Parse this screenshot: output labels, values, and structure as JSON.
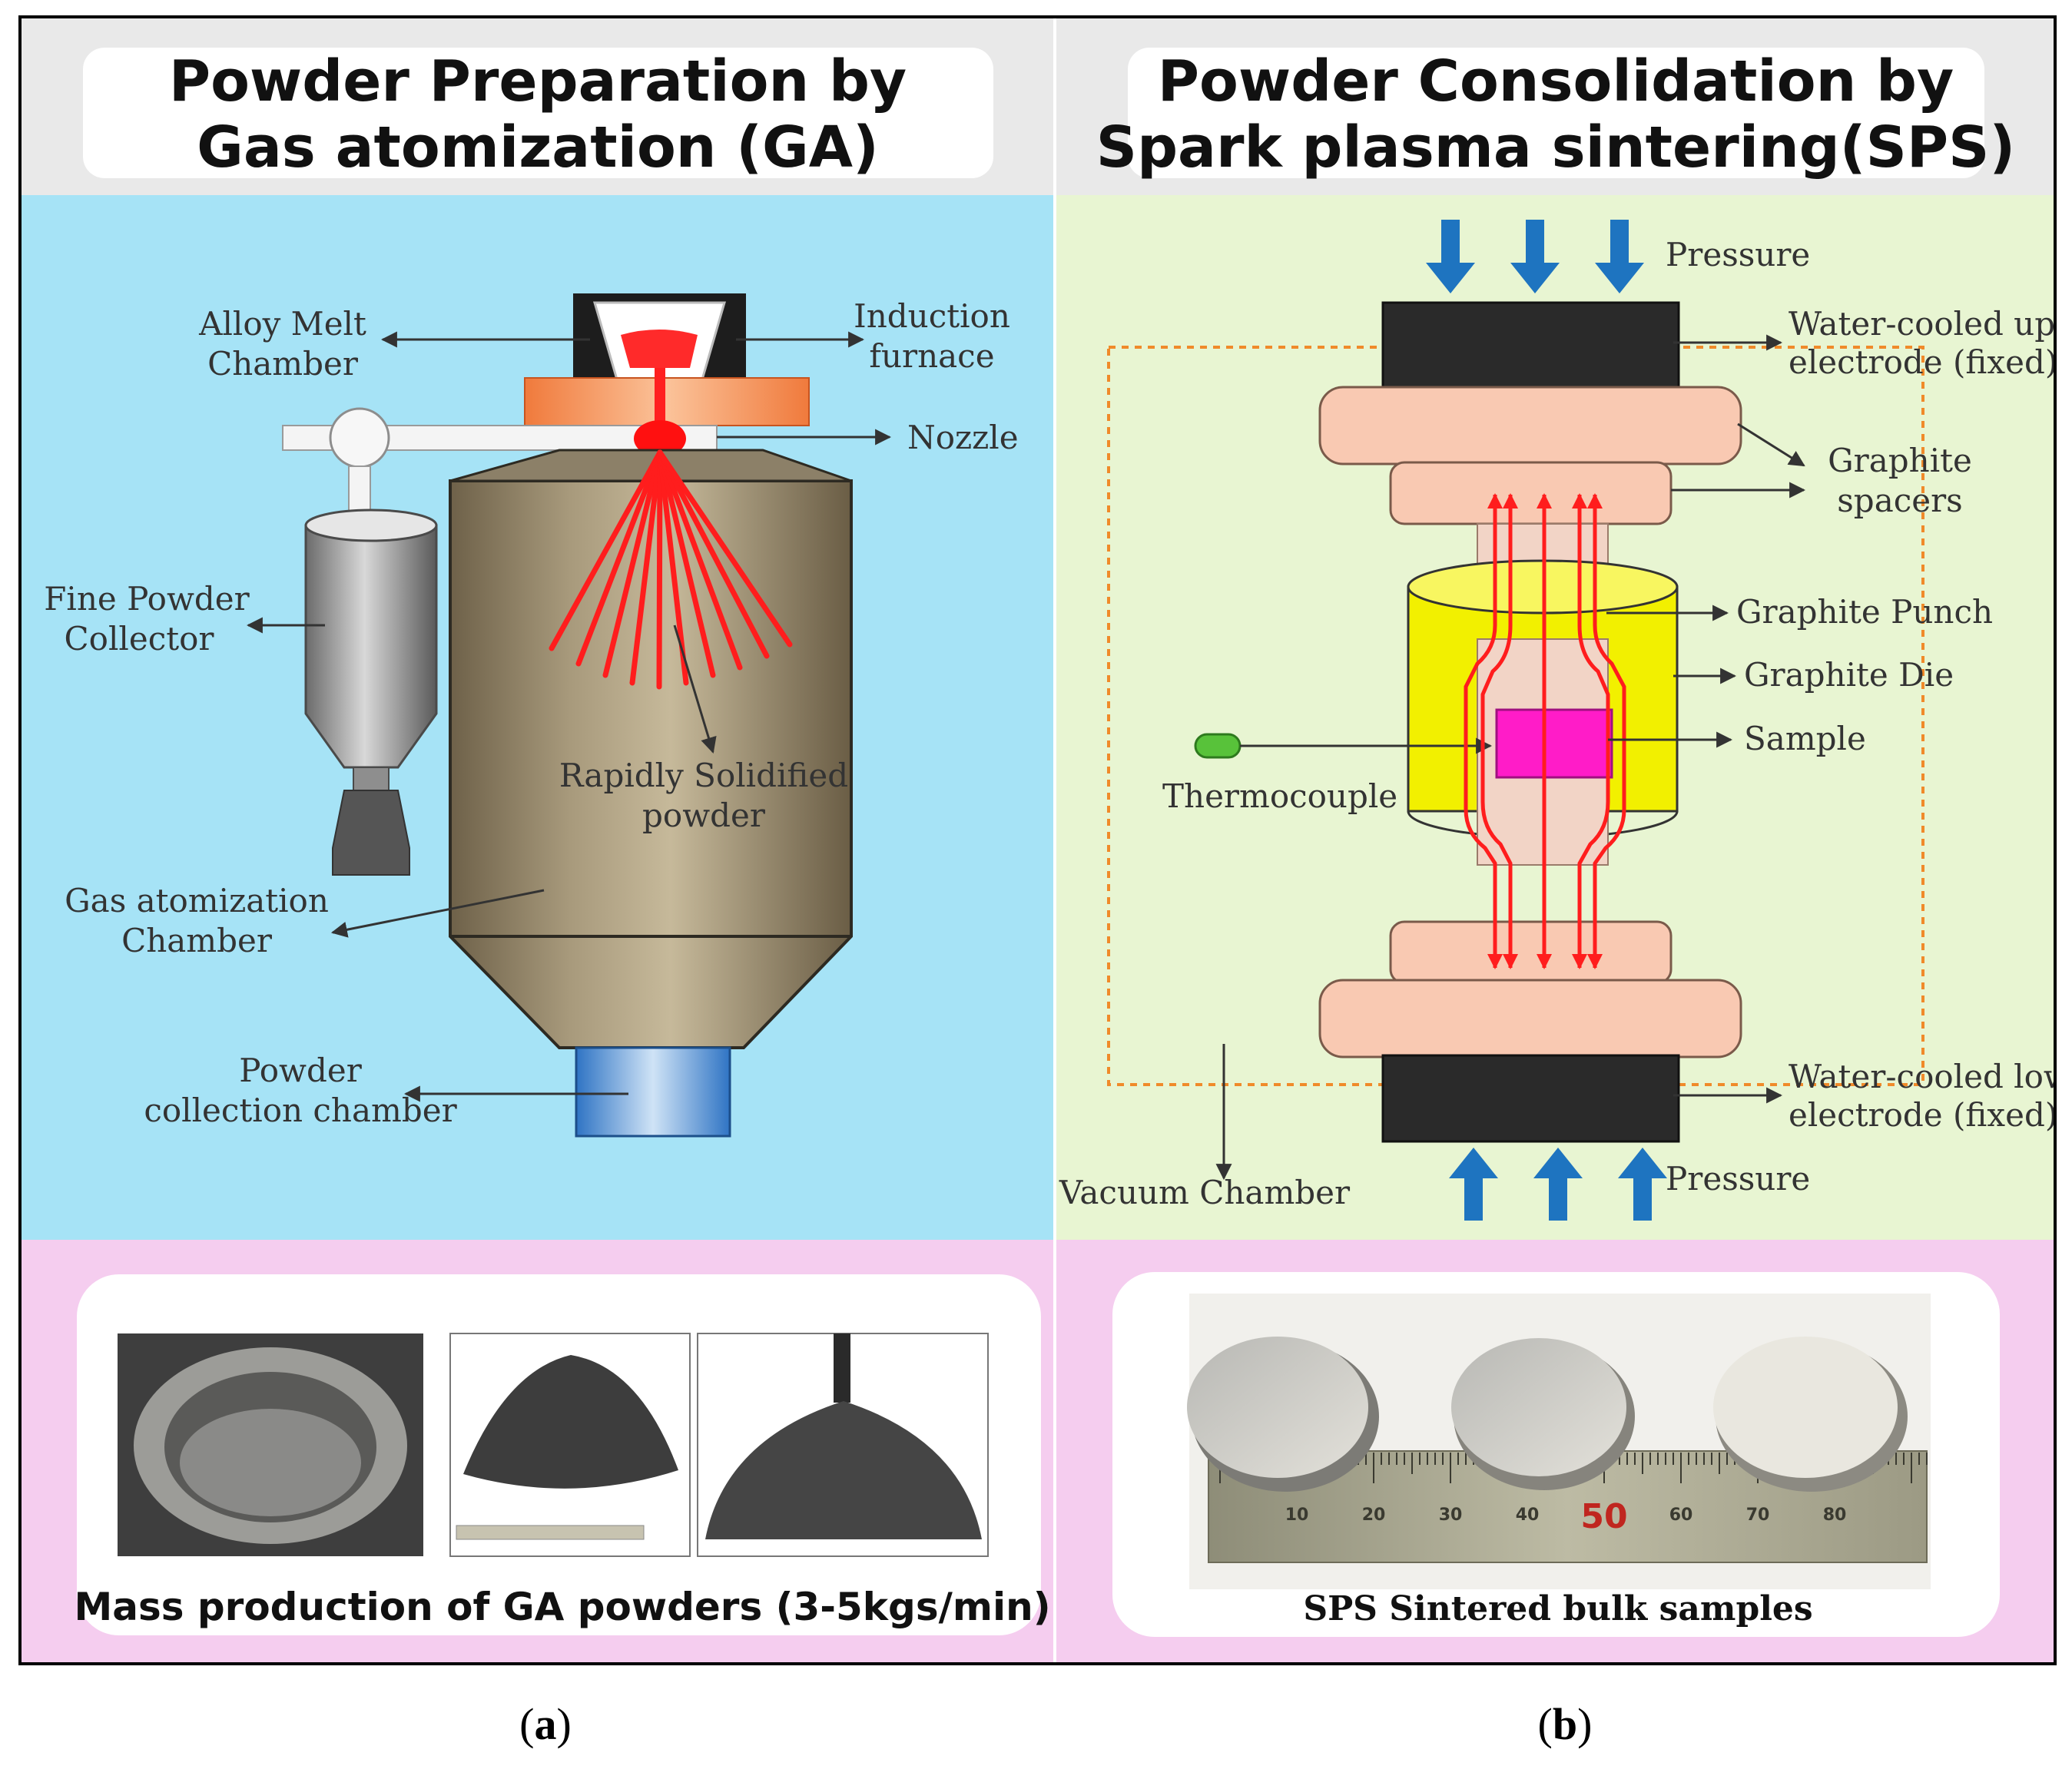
{
  "panel_a": {
    "header_line1": "Powder Preparation by",
    "header_line2": "Gas atomization (GA)",
    "labels": {
      "alloy_melt_1": "Alloy Melt",
      "alloy_melt_2": "Chamber",
      "induction_1": "Induction",
      "induction_2": "furnace",
      "nozzle": "Nozzle",
      "fine_powder_1": "Fine Powder",
      "fine_powder_2": "Collector",
      "rapid_1": "Rapidly Solidified",
      "rapid_2": "powder",
      "gas_chamber_1": "Gas atomization",
      "gas_chamber_2": "Chamber",
      "collection_1": "Powder",
      "collection_2": "collection chamber"
    },
    "caption": "Mass production of GA powders (3-5kgs/min)",
    "sublabel": "a"
  },
  "panel_b": {
    "header_line1": "Powder Consolidation by",
    "header_line2": "Spark plasma sintering(SPS)",
    "labels": {
      "pressure_top": "Pressure",
      "upper_electrode_1": "Water-cooled upper",
      "upper_electrode_2": "electrode (fixed)",
      "spacers_1": "Graphite",
      "spacers_2": "spacers",
      "punch": "Graphite Punch",
      "die": "Graphite Die",
      "sample": "Sample",
      "thermocouple": "Thermocouple",
      "lower_electrode_1": "Water-cooled lower",
      "lower_electrode_2": "electrode (fixed)",
      "pressure_bottom": "Pressure",
      "vacuum": "Vacuum Chamber"
    },
    "ruler_marks": [
      "10",
      "20",
      "30",
      "40",
      "50",
      "60",
      "70",
      "80"
    ],
    "caption": "SPS Sintered bulk samples",
    "sublabel": "b"
  },
  "colors": {
    "blue_bg": "#a6e3f6",
    "green_bg": "#e8f5d2",
    "pink_bg": "#f5cdef",
    "header_bg": "#e9e9e9",
    "spray_red": "#ff1d1d",
    "arrow_blue": "#1e74c0",
    "spacer_peach": "#f9c9b2",
    "die_yellow": "#f2f000",
    "sample_magenta": "#ff1cc8",
    "electrode_dark": "#2a2a2a"
  }
}
